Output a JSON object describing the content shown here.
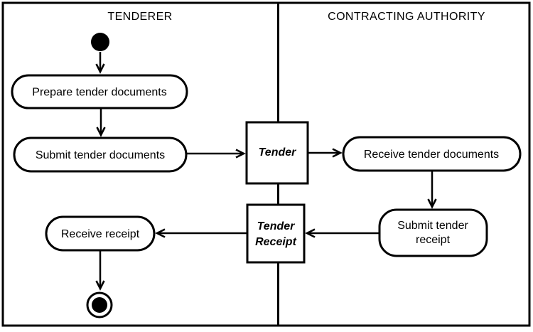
{
  "lanes": {
    "tenderer": {
      "title": "TENDERER"
    },
    "contracting_authority": {
      "title": "CONTRACTING AUTHORITY"
    }
  },
  "activities": {
    "prepare_tender_documents": {
      "label": "Prepare tender documents"
    },
    "submit_tender_documents": {
      "label": "Submit tender documents"
    },
    "receive_tender_documents": {
      "label": "Receive tender documents"
    },
    "submit_tender_receipt": {
      "line1": "Submit tender",
      "line2": "receipt"
    },
    "receive_receipt": {
      "label": "Receive receipt"
    }
  },
  "objects": {
    "tender": {
      "label": "Tender"
    },
    "tender_receipt": {
      "line1": "Tender",
      "line2": "Receipt"
    }
  },
  "colors": {
    "stroke": "#000000",
    "fill": "#ffffff",
    "background": "#ffffff",
    "text": "#000000"
  }
}
